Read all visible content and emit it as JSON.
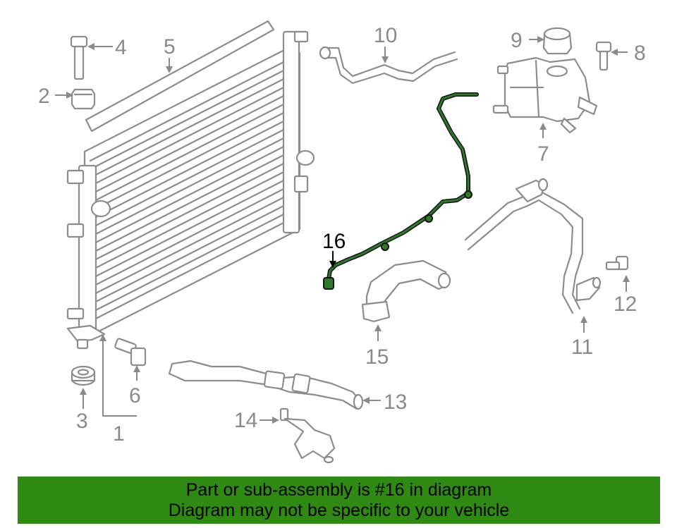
{
  "diagram": {
    "callouts": [
      {
        "id": "1",
        "label": "1"
      },
      {
        "id": "2",
        "label": "2"
      },
      {
        "id": "3",
        "label": "3"
      },
      {
        "id": "4",
        "label": "4"
      },
      {
        "id": "5",
        "label": "5"
      },
      {
        "id": "6",
        "label": "6"
      },
      {
        "id": "7",
        "label": "7"
      },
      {
        "id": "8",
        "label": "8"
      },
      {
        "id": "9",
        "label": "9"
      },
      {
        "id": "10",
        "label": "10"
      },
      {
        "id": "11",
        "label": "11"
      },
      {
        "id": "12",
        "label": "12"
      },
      {
        "id": "13",
        "label": "13"
      },
      {
        "id": "14",
        "label": "14"
      },
      {
        "id": "15",
        "label": "15"
      },
      {
        "id": "16",
        "label": "16"
      }
    ],
    "highlighted_part": "16",
    "highlight_color": "#1f5f1f",
    "part_color": "#8c8c8c"
  },
  "banner": {
    "line1": "Part or sub-assembly is #16 in diagram",
    "line2": "Diagram may not be specific to your vehicle",
    "background_color": "#2f8a13"
  }
}
